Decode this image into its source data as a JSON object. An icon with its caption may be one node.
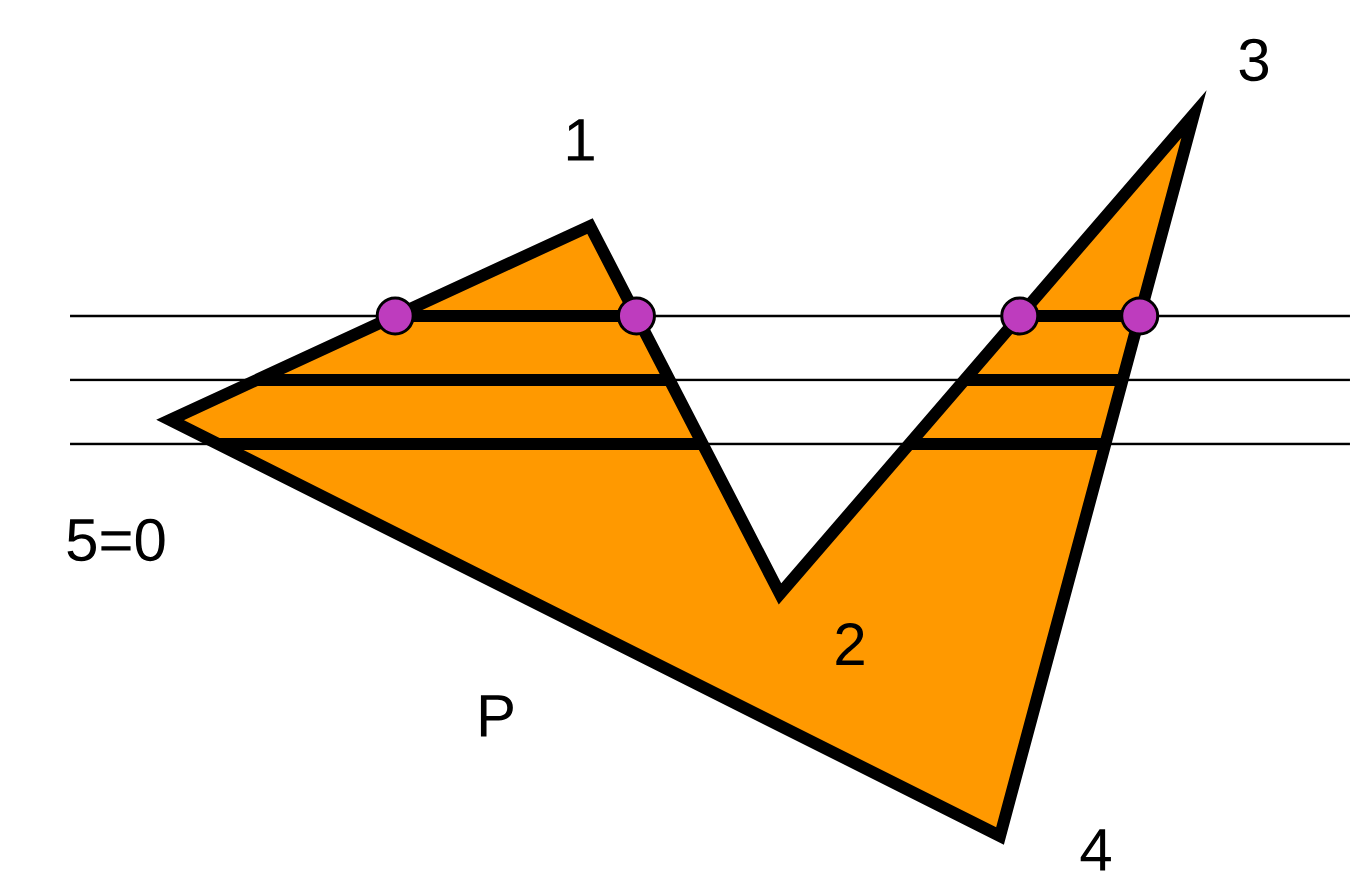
{
  "diagram": {
    "labels": [
      "1",
      "3",
      "5=0",
      "2",
      "P",
      "4"
    ]
  }
}
